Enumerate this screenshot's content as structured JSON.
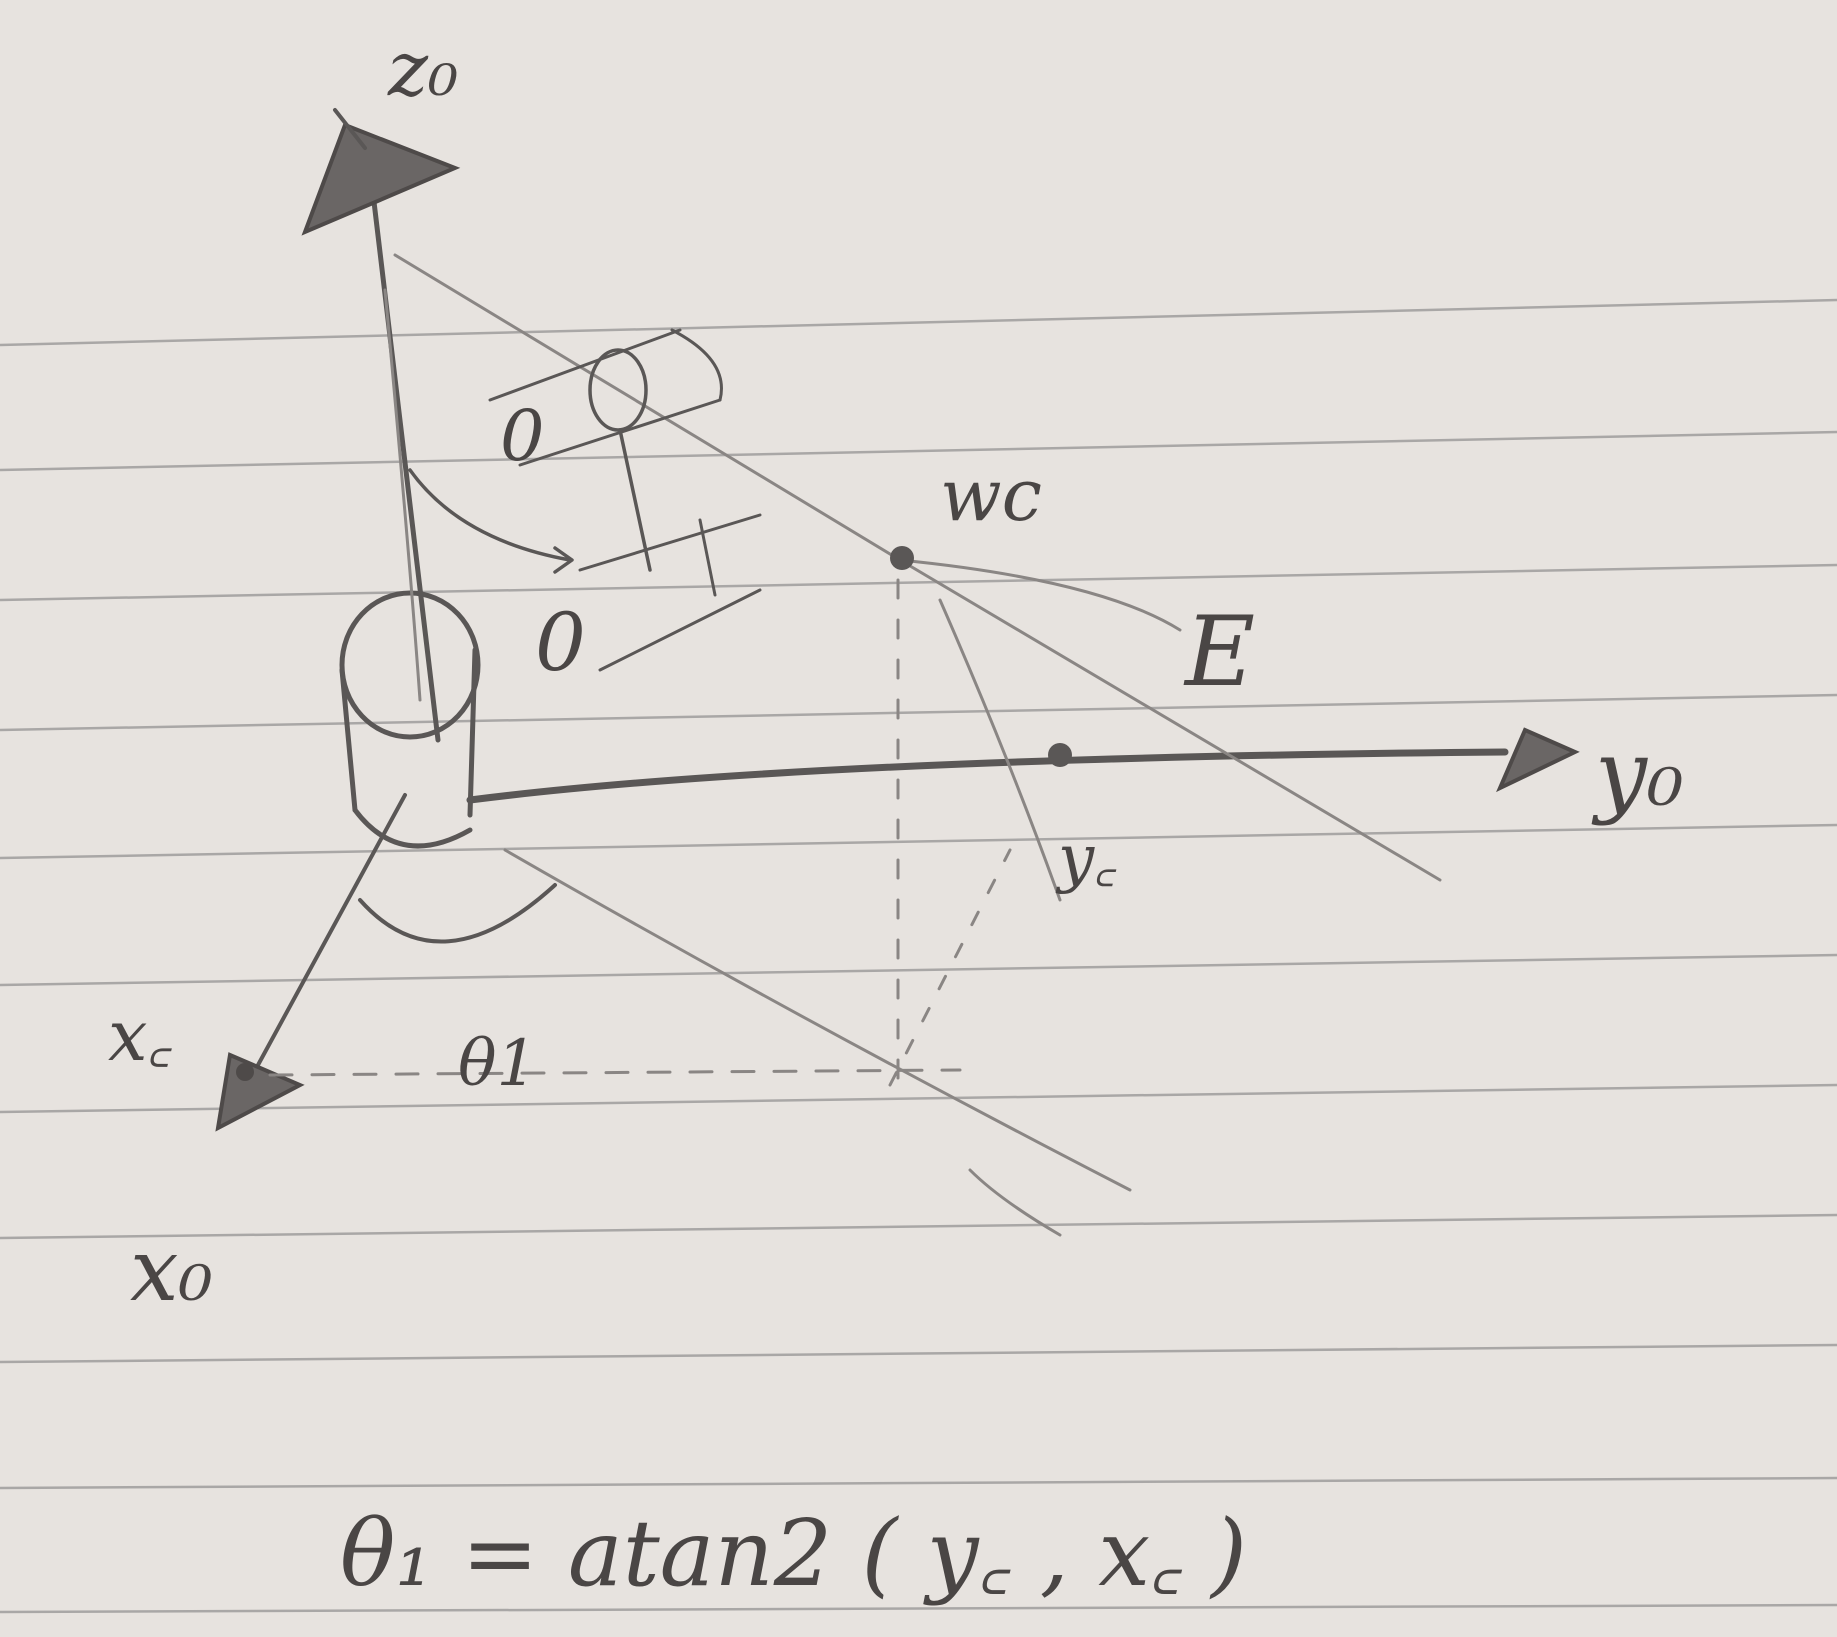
{
  "labels": {
    "z_axis": "z₀",
    "y_axis": "y₀",
    "x_axis": "x₀",
    "wrist_center": "wc",
    "end_effector": "E",
    "xc": "x꜀",
    "yc": "y꜀",
    "theta": "θ1",
    "joint_a": "0",
    "joint_b": "0"
  },
  "formula": "θ₁ = atan2 ( y꜀ , x꜀ )",
  "colors": {
    "paper": "#e7e3df",
    "pencil": "#5a5756",
    "ruled_line": "#a9a7a6"
  }
}
